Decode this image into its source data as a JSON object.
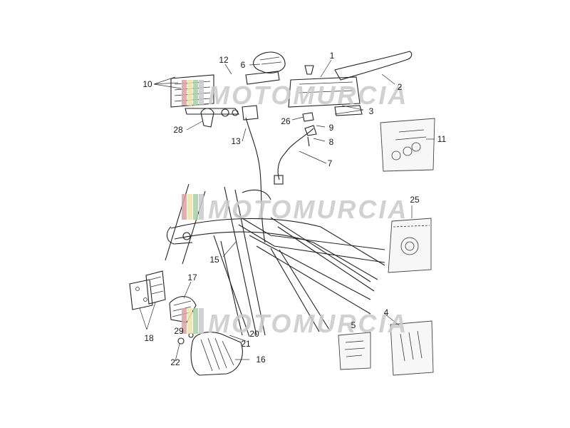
{
  "watermark": {
    "text": "MOTOMURCIA",
    "text_color": "#c9c9c9",
    "stripe_colors": [
      "#d9a3a3",
      "#f0e3a8",
      "#a9cfa9",
      "#c9c9c9"
    ]
  },
  "callouts": [
    {
      "label": "1"
    },
    {
      "label": "2"
    },
    {
      "label": "3"
    },
    {
      "label": "4"
    },
    {
      "label": "5"
    },
    {
      "label": "6"
    },
    {
      "label": "7"
    },
    {
      "label": "8"
    },
    {
      "label": "9"
    },
    {
      "label": "10"
    },
    {
      "label": "11"
    },
    {
      "label": "12"
    },
    {
      "label": "13"
    },
    {
      "label": "15"
    },
    {
      "label": "16"
    },
    {
      "label": "17"
    },
    {
      "label": "18"
    },
    {
      "label": "20"
    },
    {
      "label": "21"
    },
    {
      "label": "22"
    },
    {
      "label": "25"
    },
    {
      "label": "26"
    },
    {
      "label": "28"
    },
    {
      "label": "29"
    }
  ]
}
